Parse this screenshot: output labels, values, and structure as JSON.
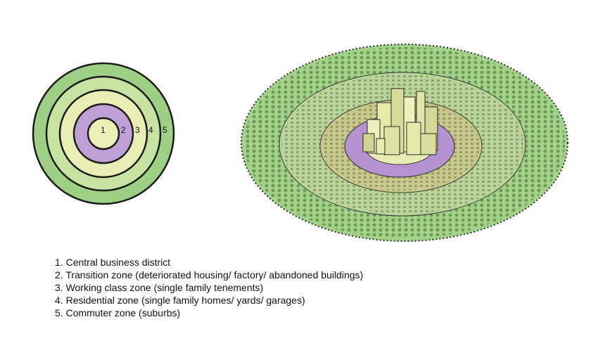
{
  "colors": {
    "zone1": "#ecf0b8",
    "zone2": "#bfa0d6",
    "zone3": "#e9eeb4",
    "zone4": "#c7e3a2",
    "zone5": "#9dcf85",
    "outline": "#1a1a1a"
  },
  "diagram": {
    "ring_labels": [
      "1",
      "2",
      "3",
      "4",
      "5"
    ]
  },
  "legend": {
    "items": [
      {
        "number": "1.",
        "text": "Central business district"
      },
      {
        "number": "2.",
        "text": "Transition zone (deteriorated housing/ factory/ abandoned buildings)"
      },
      {
        "number": "3.",
        "text": "Working class zone (single family tenements)"
      },
      {
        "number": "4.",
        "text": "Residential zone (single family homes/ yards/ garages)"
      },
      {
        "number": "5.",
        "text": "Commuter zone (suburbs)"
      }
    ]
  }
}
